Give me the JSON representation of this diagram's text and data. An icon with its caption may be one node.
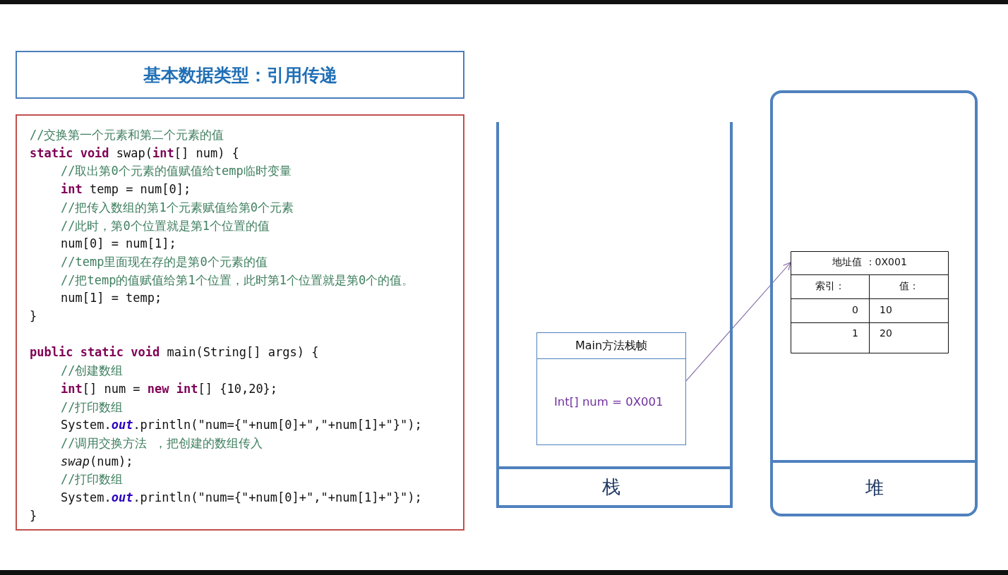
{
  "diagram": {
    "nodes": [
      {
        "text": [
          "基本数据类型：引用传递"
        ]
      },
      {
        "text": [
          "//交换第一个元素和第二个元素的值",
          "**static void** swap(**int**[] num) {",
          "//取出第0个元素的值赋值给temp临时变量",
          "**int** temp = num[0];",
          "//把传入数组的第1个元素赋值给第0个元素",
          "//此时，第0个位置就是第1个位置的值",
          "num[0] = num[1];",
          "//temp里面现在存的是第0个元素的值",
          "//把temp的值赋值给第1个位置，此时第1个位置就是第0个的值。",
          "num[1] = temp;",
          "}",
          "**public static void** main(String[] args) {",
          "//创建数组",
          "**int**[] num = **new int**[] {10,20};",
          "//打印数组",
          "System.*out*.println(\"num={\"+num[0]+\",\"+num[1]+\"}\");",
          "//调用交换方法 ，把创建的数组传入",
          "*swap*(num);",
          "//打印数组",
          "System.*out*.println(\"num={\"+num[0]+\",\"+num[1]+\"}\");",
          "}"
        ]
      },
      {
        "text": [
          "栈"
        ]
      },
      {
        "text": [
          "Main方法栈帧",
          "Int[] num = 0X001"
        ],
        "in": 2
      },
      {
        "text": [
          "堆"
        ]
      },
      {
        "text": [
          "地址值 ：0X001"
        ],
        "in": 4
      }
    ],
    "edges": [
      {
        "from": 3,
        "to": 5,
        "arrow": "to",
        "color": "#8064a2"
      }
    ],
    "labels": [
      "索引：",
      "值：",
      "0",
      "10",
      "1",
      "20"
    ]
  }
}
